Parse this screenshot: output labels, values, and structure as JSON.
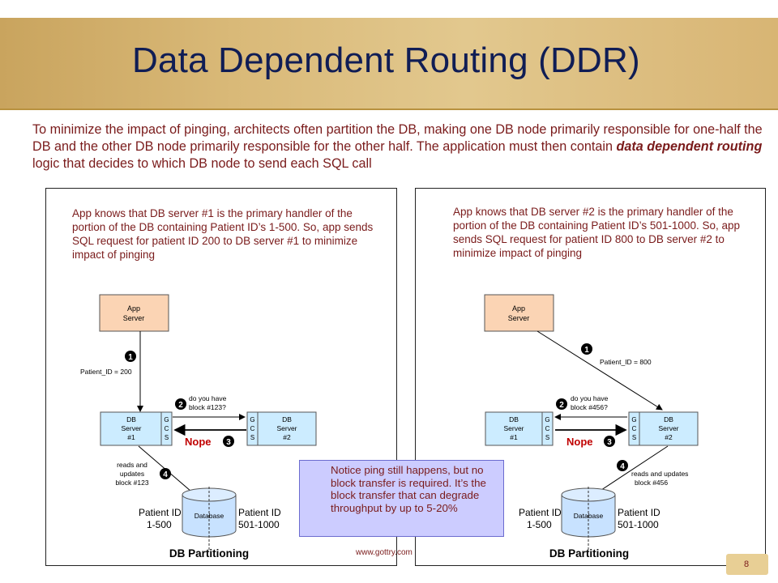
{
  "title": "Data Dependent Routing (DDR)",
  "intro": {
    "text_before": "To minimize the impact of pinging, architects often partition the DB, making one DB node primarily responsible for one-half the DB and the other DB node primarily responsible for the other half. The application must then contain ",
    "emphasis": "data dependent routing",
    "text_after": " logic that decides to which DB node to send each SQL call"
  },
  "left_panel": {
    "note": "App knows that DB server #1 is the primary handler of the portion of the DB containing Patient ID’s 1-500. So, app sends SQL request for patient ID 200 to DB server #1 to minimize impact of pinging",
    "app_server": [
      "App",
      "Server"
    ],
    "patient_id_label": "Patient_ID = 200",
    "question": [
      "do you have",
      "block #123?"
    ],
    "reads_updates": [
      "reads and",
      "updates",
      "block #123"
    ],
    "db_server_1": [
      "DB",
      "Server",
      "#1"
    ],
    "db_server_2": [
      "DB",
      "Server",
      "#2"
    ],
    "gcs": [
      "G",
      "C",
      "S"
    ],
    "nope": "Nope",
    "steps": [
      "1",
      "2",
      "3",
      "4"
    ],
    "database": "Database",
    "partition_left": [
      "Patient ID",
      "1-500"
    ],
    "partition_right": [
      "Patient ID",
      "501-1000"
    ],
    "caption": "DB Partitioning"
  },
  "right_panel": {
    "note": "App knows that DB server #2 is the primary handler of the portion of the DB containing Patient ID’s 501-1000. So, app sends SQL request for patient ID 800 to DB server #2 to minimize impact of pinging",
    "app_server": [
      "App",
      "Server"
    ],
    "patient_id_label": "Patient_ID = 800",
    "question": [
      "do you have",
      "block #456?"
    ],
    "reads_updates": [
      "reads and updates",
      "block #456"
    ],
    "db_server_1": [
      "DB",
      "Server",
      "#1"
    ],
    "db_server_2": [
      "DB",
      "Server",
      "#2"
    ],
    "gcs": [
      "G",
      "C",
      "S"
    ],
    "nope": "Nope",
    "steps": [
      "1",
      "2",
      "3",
      "4"
    ],
    "database": "Database",
    "partition_left": [
      "Patient ID",
      "1-500"
    ],
    "partition_right": [
      "Patient ID",
      "501-1000"
    ],
    "caption": "DB Partitioning"
  },
  "callout": "Notice ping still happens, but no block transfer is required. It’s the block transfer that can degrade throughput by up to 5-20%",
  "footer_url": "www.gottry.com",
  "page_number": "8",
  "colors": {
    "title": "#101d55",
    "body_text": "#7a1b1b",
    "app_server_fill": "#fbd4b4",
    "db_server_fill": "#ccecff",
    "database_fill": "#c8e2ff",
    "callout_fill": "#ccccff"
  }
}
